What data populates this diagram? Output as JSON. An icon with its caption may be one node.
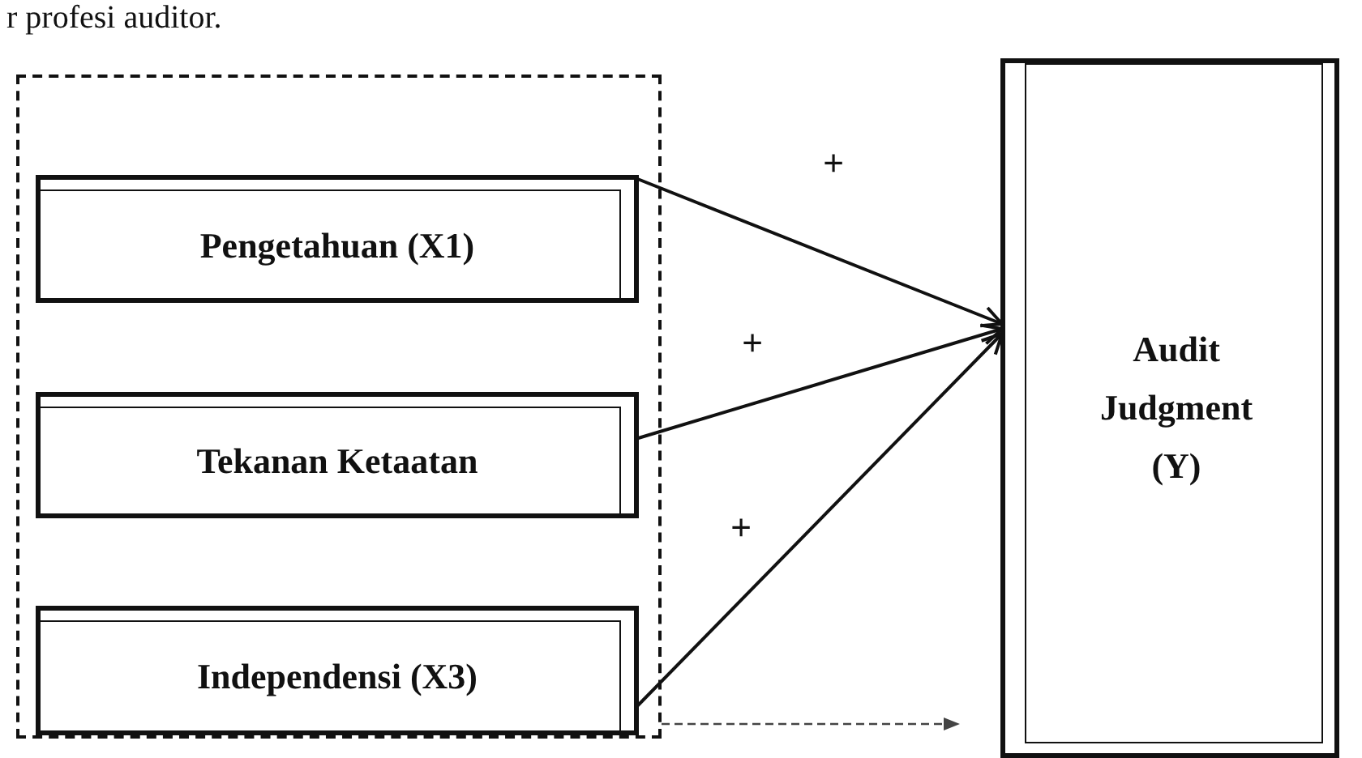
{
  "diagram": {
    "nodes": [
      {
        "text": [],
        "shape": "box"
      },
      {
        "text": [
          "Pengetahuan (X1)"
        ],
        "in": 0
      },
      {
        "text": [
          "Tekanan Ketaatan"
        ],
        "in": 0
      },
      {
        "text": [
          "Independensi (X3)"
        ],
        "in": 0
      },
      {
        "text": [
          "Audit Judgment (Y)"
        ]
      }
    ],
    "edges": [
      {
        "from": 1,
        "to": 4,
        "arrow": "to",
        "label": "+"
      },
      {
        "from": 2,
        "to": 4,
        "arrow": "to",
        "label": "+"
      },
      {
        "from": 3,
        "to": 4,
        "arrow": "to",
        "label": "+"
      },
      {
        "from": 0,
        "to": 4,
        "arrow": "to",
        "style": "dashed",
        "color": "#444444"
      }
    ],
    "labels": [
      "r profesi auditor."
    ]
  }
}
